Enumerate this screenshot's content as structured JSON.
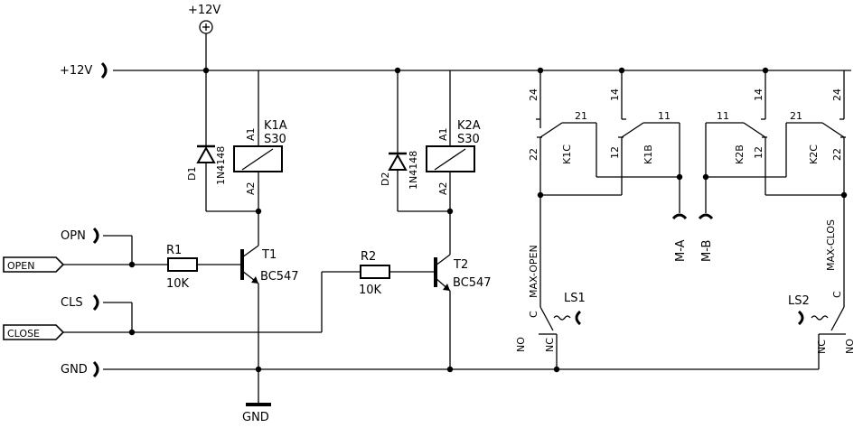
{
  "supply": {
    "top_label": "+12V",
    "rail_label": "+12V"
  },
  "inputs": {
    "opn": "OPN",
    "open_flag": "OPEN",
    "cls": "CLS",
    "close_flag": "CLOSE",
    "gnd": "GND",
    "gnd_symbol": "GND"
  },
  "resistors": [
    {
      "ref": "R1",
      "value": "10K"
    },
    {
      "ref": "R2",
      "value": "10K"
    }
  ],
  "transistors": [
    {
      "ref": "T1",
      "type": "BC547"
    },
    {
      "ref": "T2",
      "type": "BC547"
    }
  ],
  "diodes": [
    {
      "ref": "D1",
      "type": "1N4148"
    },
    {
      "ref": "D2",
      "type": "1N4148"
    }
  ],
  "relays": [
    {
      "ref": "K1A",
      "type": "S30",
      "pin1": "A1",
      "pin2": "A2"
    },
    {
      "ref": "K2A",
      "type": "S30",
      "pin1": "A1",
      "pin2": "A2"
    }
  ],
  "contacts": {
    "k1c": {
      "ref": "K1C",
      "pin_com": "22",
      "pin_no": "21",
      "pin_nc": "24"
    },
    "k1b": {
      "ref": "K1B",
      "pin_com": "12",
      "pin_no": "11",
      "pin_nc": "14"
    },
    "k2b": {
      "ref": "K2B",
      "pin_com": "12",
      "pin_no": "11",
      "pin_nc": "14"
    },
    "k2c": {
      "ref": "K2C",
      "pin_com": "22",
      "pin_no": "21",
      "pin_nc": "24"
    }
  },
  "motor": {
    "a": "M-A",
    "b": "M-B"
  },
  "limit_switches": [
    {
      "ref": "LS1",
      "net": "MAX-OPEN",
      "c": "C",
      "no": "NO",
      "nc": "NC"
    },
    {
      "ref": "LS2",
      "net": "MAX-CLOS",
      "c": "C",
      "no": "NO",
      "nc": "NC"
    }
  ]
}
